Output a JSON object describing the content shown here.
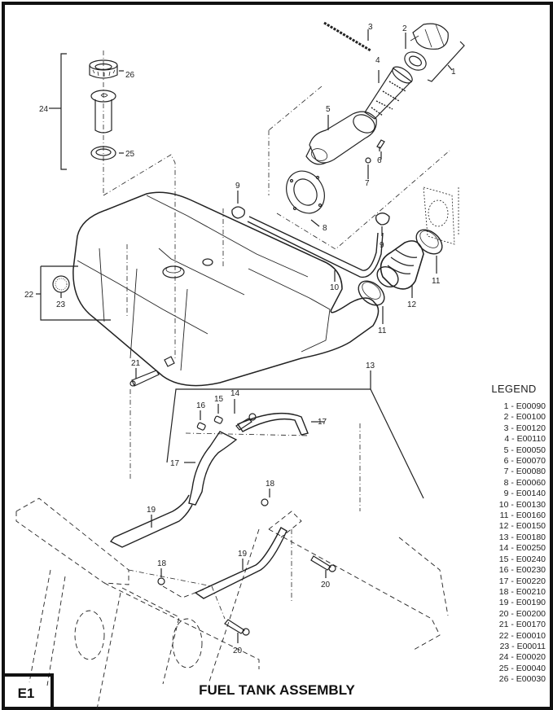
{
  "page": {
    "section_code": "E1",
    "title": "FUEL TANK ASSEMBLY"
  },
  "legend": {
    "title": "LEGEND",
    "items": [
      {
        "num": "1",
        "part": "E00090",
        "text": "1 - E00090"
      },
      {
        "num": "2",
        "part": "E00100",
        "text": "2 - E00100"
      },
      {
        "num": "3",
        "part": "E00120",
        "text": "3 - E00120"
      },
      {
        "num": "4",
        "part": "E00110",
        "text": "4 - E00110"
      },
      {
        "num": "5",
        "part": "E00050",
        "text": "5 - E00050"
      },
      {
        "num": "6",
        "part": "E00070",
        "text": "6 - E00070"
      },
      {
        "num": "7",
        "part": "E00080",
        "text": "7 - E00080"
      },
      {
        "num": "8",
        "part": "E00060",
        "text": "8 - E00060"
      },
      {
        "num": "9",
        "part": "E00140",
        "text": "9 - E00140"
      },
      {
        "num": "10",
        "part": "E00130",
        "text": "10 - E00130"
      },
      {
        "num": "11",
        "part": "E00160",
        "text": "11 - E00160"
      },
      {
        "num": "12",
        "part": "E00150",
        "text": "12 - E00150"
      },
      {
        "num": "13",
        "part": "E00180",
        "text": "13 - E00180"
      },
      {
        "num": "14",
        "part": "E00250",
        "text": "14 - E00250"
      },
      {
        "num": "15",
        "part": "E00240",
        "text": "15 - E00240"
      },
      {
        "num": "16",
        "part": "E00230",
        "text": "16 - E00230"
      },
      {
        "num": "17",
        "part": "E00220",
        "text": "17 - E00220"
      },
      {
        "num": "18",
        "part": "E00210",
        "text": "18 - E00210"
      },
      {
        "num": "19",
        "part": "E00190",
        "text": "19 - E00190"
      },
      {
        "num": "20",
        "part": "E00200",
        "text": "20 - E00200"
      },
      {
        "num": "21",
        "part": "E00170",
        "text": "21 - E00170"
      },
      {
        "num": "22",
        "part": "E00010",
        "text": "22 - E00010"
      },
      {
        "num": "23",
        "part": "E00011",
        "text": "23 - E00011"
      },
      {
        "num": "24",
        "part": "E00020",
        "text": "24 - E00020"
      },
      {
        "num": "25",
        "part": "E00040",
        "text": "25 - E00040"
      },
      {
        "num": "26",
        "part": "E00030",
        "text": "26 - E00030"
      }
    ]
  },
  "callouts": {
    "c1": "1",
    "c2": "2",
    "c3": "3",
    "c4": "4",
    "c5": "5",
    "c6": "6",
    "c7": "7",
    "c8": "8",
    "c9": "9",
    "c10": "10",
    "c11": "11",
    "c12": "12",
    "c13": "13",
    "c14": "14",
    "c15": "15",
    "c16": "16",
    "c17": "17",
    "c18": "18",
    "c19": "19",
    "c20": "20",
    "c21": "21",
    "c22": "22",
    "c23": "23",
    "c24": "24",
    "c25": "25",
    "c26": "26"
  }
}
